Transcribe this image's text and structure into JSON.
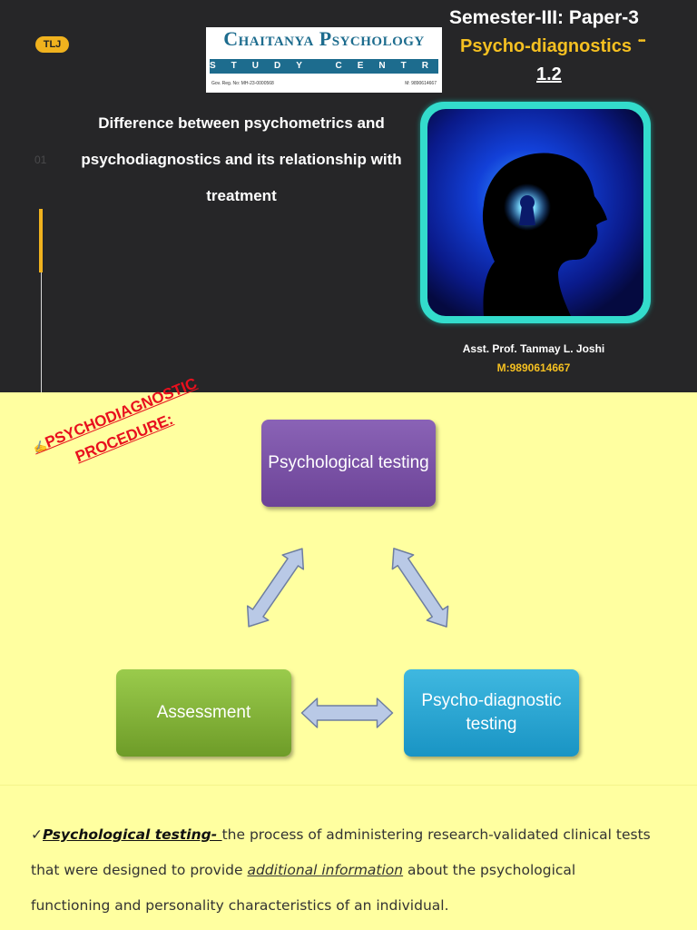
{
  "slide1": {
    "badge": "TLJ",
    "logo": {
      "name": "Chaitanya Psychology",
      "band": "STUDY CENTRE",
      "reg": "Gov. Reg. No: MH-23-0000568",
      "mobile": "M: 9890614667"
    },
    "semester": "Semester-III: Paper-3",
    "subject": "Psycho-diagnostics",
    "subject_dots": "•••",
    "number": "1.2",
    "slide_number": "01",
    "title": "Difference between psychometrics and psychodiagnostics and its relationship with treatment",
    "author": "Asst. Prof. Tanmay L. Joshi",
    "mobile": "M:9890614667",
    "image_icon": "keyhole-head-silhouette-icon"
  },
  "slide2": {
    "heading_icon": "pencil-hand-icon",
    "heading_line1": "PSYCHODIAGNOSTIC",
    "heading_line2": "PROCEDURE:",
    "boxes": {
      "testing": "Psychological testing",
      "assessment": "Assessment",
      "psychodiagnostic": "Psycho-diagnostic testing"
    }
  },
  "slide3": {
    "check": "✓",
    "term": "Psychological testing- ",
    "text1": "the process of administering research-validated clinical tests that were designed to provide ",
    "emphasis": "additional information",
    "text2": " about the psychological functioning and personality characteristics of an individual."
  },
  "colors": {
    "dark_bg": "#262628",
    "gold": "#f5c021",
    "yellow_bg": "#ffffa0",
    "purple": "#7a52a8",
    "green": "#86b83c",
    "blue": "#29a6d4",
    "red": "#e8101e"
  }
}
